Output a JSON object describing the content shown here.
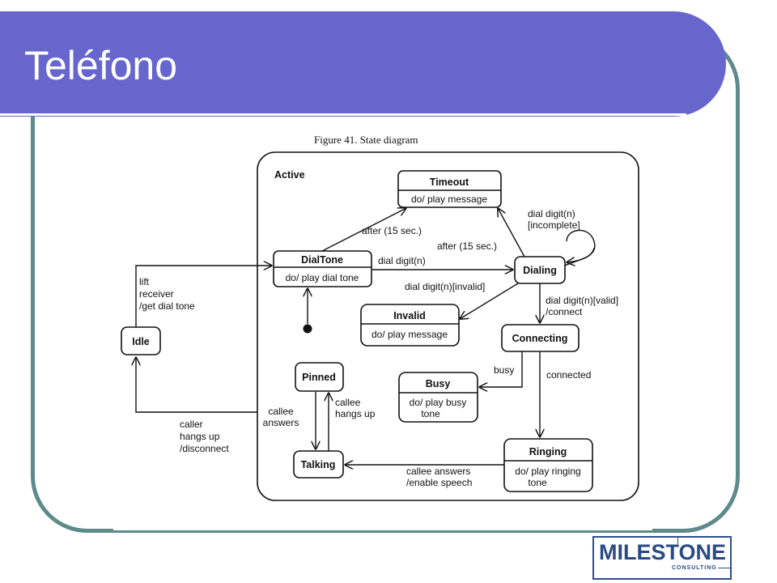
{
  "slide": {
    "title": "Teléfono"
  },
  "figure": {
    "caption": "Figure 41.  State diagram",
    "composite_state": "Active",
    "states": {
      "idle": {
        "name": "Idle"
      },
      "dialtone": {
        "name": "DialTone",
        "activity": "do/ play dial tone"
      },
      "timeout": {
        "name": "Timeout",
        "activity": "do/ play message"
      },
      "dialing": {
        "name": "Dialing"
      },
      "invalid": {
        "name": "Invalid",
        "activity": "do/ play message"
      },
      "connecting": {
        "name": "Connecting"
      },
      "busy": {
        "name": "Busy",
        "activity_line1": "do/ play busy",
        "activity_line2": "tone"
      },
      "pinned": {
        "name": "Pinned"
      },
      "ringing": {
        "name": "Ringing",
        "activity_line1": "do/ play ringing",
        "activity_line2": "tone"
      },
      "talking": {
        "name": "Talking"
      }
    },
    "transitions": {
      "lift": [
        "lift",
        "receiver",
        "/get dial tone"
      ],
      "hangup": [
        "caller",
        "hangs up",
        "/disconnect"
      ],
      "after1": "after (15 sec.)",
      "after2": "after (15 sec.)",
      "dial_digit": "dial digit(n)",
      "dial_invalid": "dial digit(n)[invalid]",
      "dial_incomplete": [
        "dial digit(n)",
        "[incomplete]"
      ],
      "dial_valid": [
        "dial digit(n)[valid]",
        "/connect"
      ],
      "busy": "busy",
      "connected": "connected",
      "callee_answers_enable": [
        "callee answers",
        "/enable speech"
      ],
      "callee_answers": [
        "callee",
        "answers"
      ],
      "callee_hangs_up": [
        "callee",
        "hangs up"
      ]
    }
  },
  "logo": {
    "name": "MILESTONE",
    "tagline": "CONSULTING"
  },
  "colors": {
    "banner": "#6666cc",
    "frame": "#5f8a8b",
    "logo": "#2a4a85"
  }
}
